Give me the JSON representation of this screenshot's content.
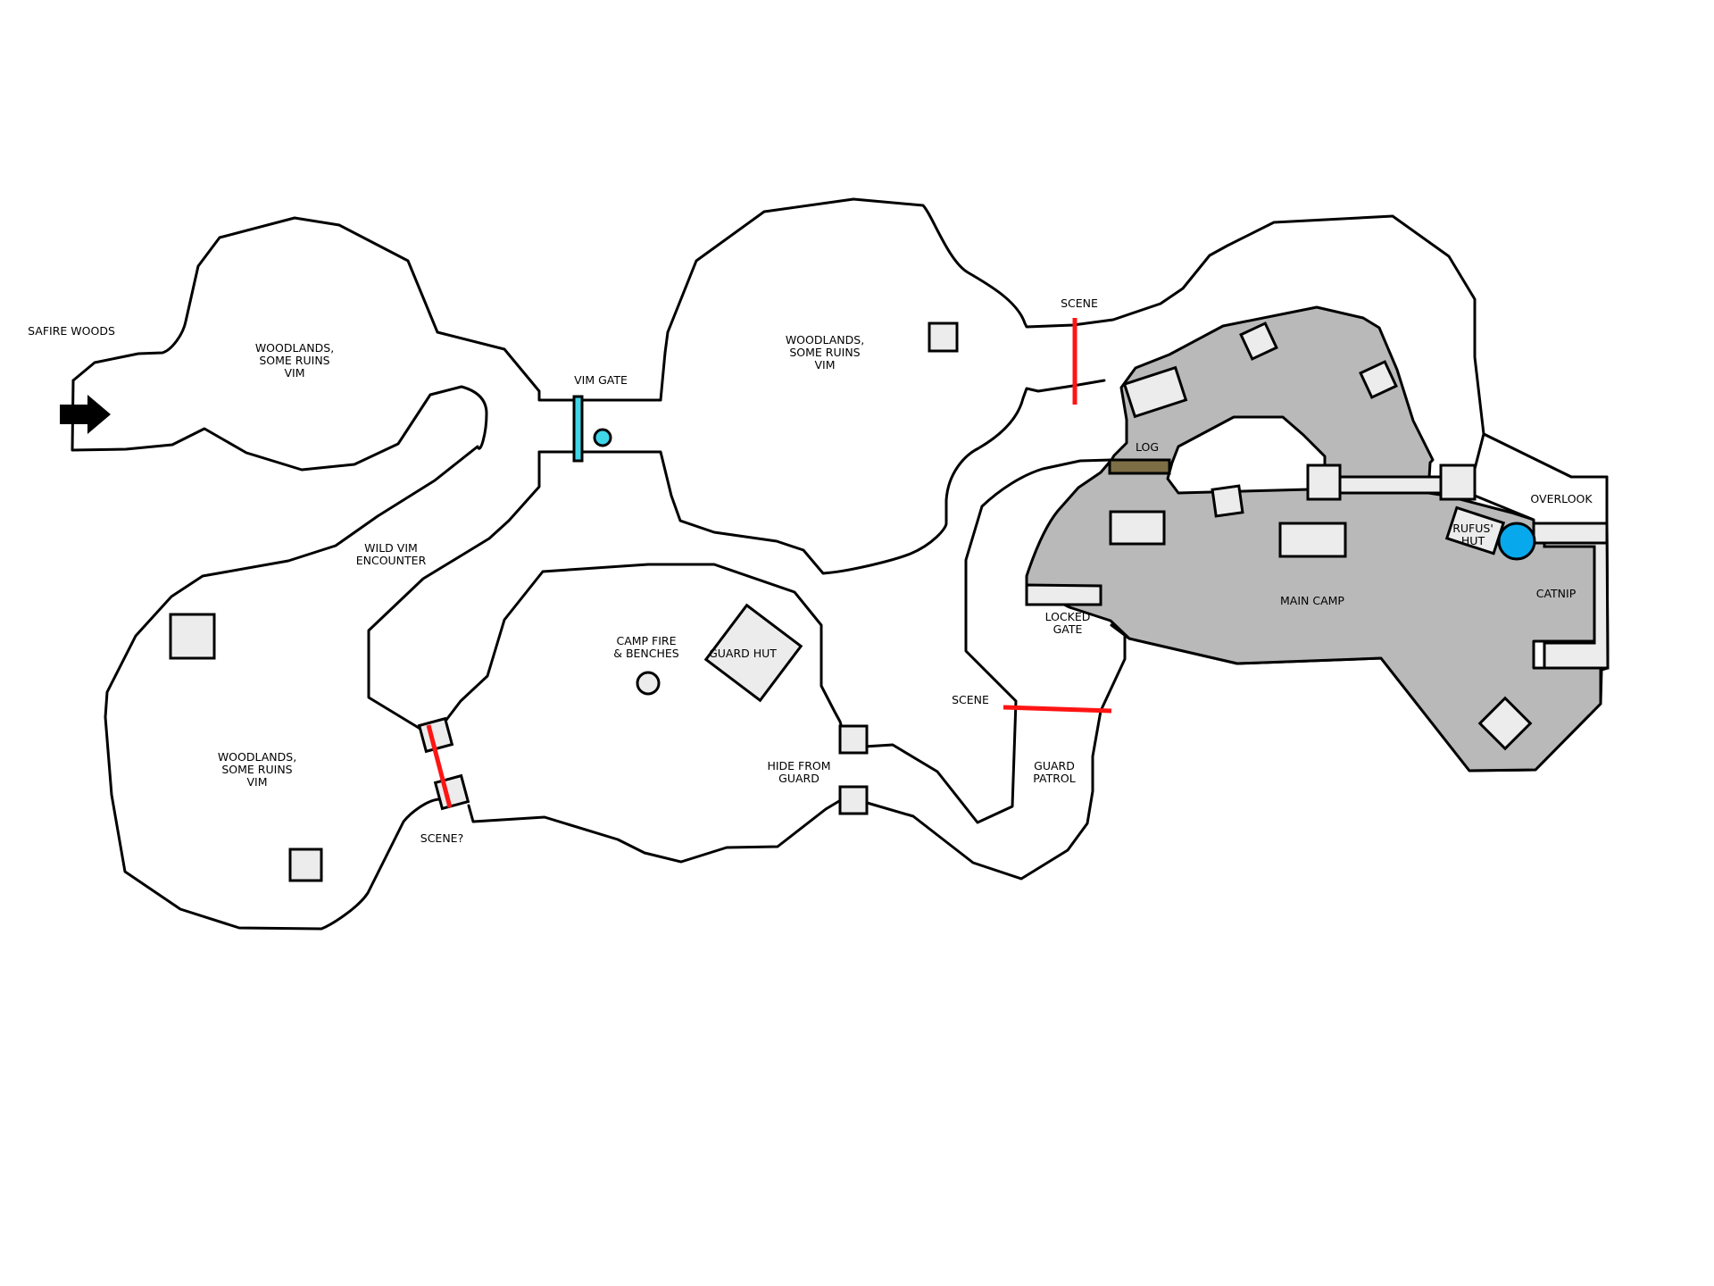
{
  "map": {
    "entrance_icon": "arrow-right-icon",
    "colors": {
      "outline": "#000000",
      "camp_fill": "#b9b9b9",
      "prop_fill": "#ececec",
      "scene_trigger": "#ff1414",
      "vim_gate": "#3fd6e8",
      "rufus_marker": "#08a8ec",
      "log": "#7d6e45"
    },
    "labels": {
      "safire_woods": "SAFIRE WOODS",
      "woodlands_1": [
        "WOODLANDS,",
        "SOME RUINS",
        "VIM"
      ],
      "vim_gate": "VIM GATE",
      "woodlands_2": [
        "WOODLANDS,",
        "SOME RUINS",
        "VIM"
      ],
      "scene_top": "SCENE",
      "log": "LOG",
      "overlook": "OVERLOOK",
      "rufus_hut": [
        "RUFUS'",
        "HUT"
      ],
      "catnip": "CATNIP",
      "main_camp": "MAIN CAMP",
      "locked_gate": [
        "LOCKED",
        "GATE"
      ],
      "wild_vim": [
        "WILD VIM",
        "ENCOUNTER"
      ],
      "camp_fire": [
        "CAMP FIRE",
        "& BENCHES"
      ],
      "guard_hut": "GUARD HUT",
      "woodlands_3": [
        "WOODLANDS,",
        "SOME RUINS",
        "VIM"
      ],
      "scene_mid": "SCENE",
      "hide_from_guard": [
        "HIDE FROM",
        "GUARD"
      ],
      "guard_patrol": [
        "GUARD",
        "PATROL"
      ],
      "scene_q": "SCENE?"
    }
  }
}
